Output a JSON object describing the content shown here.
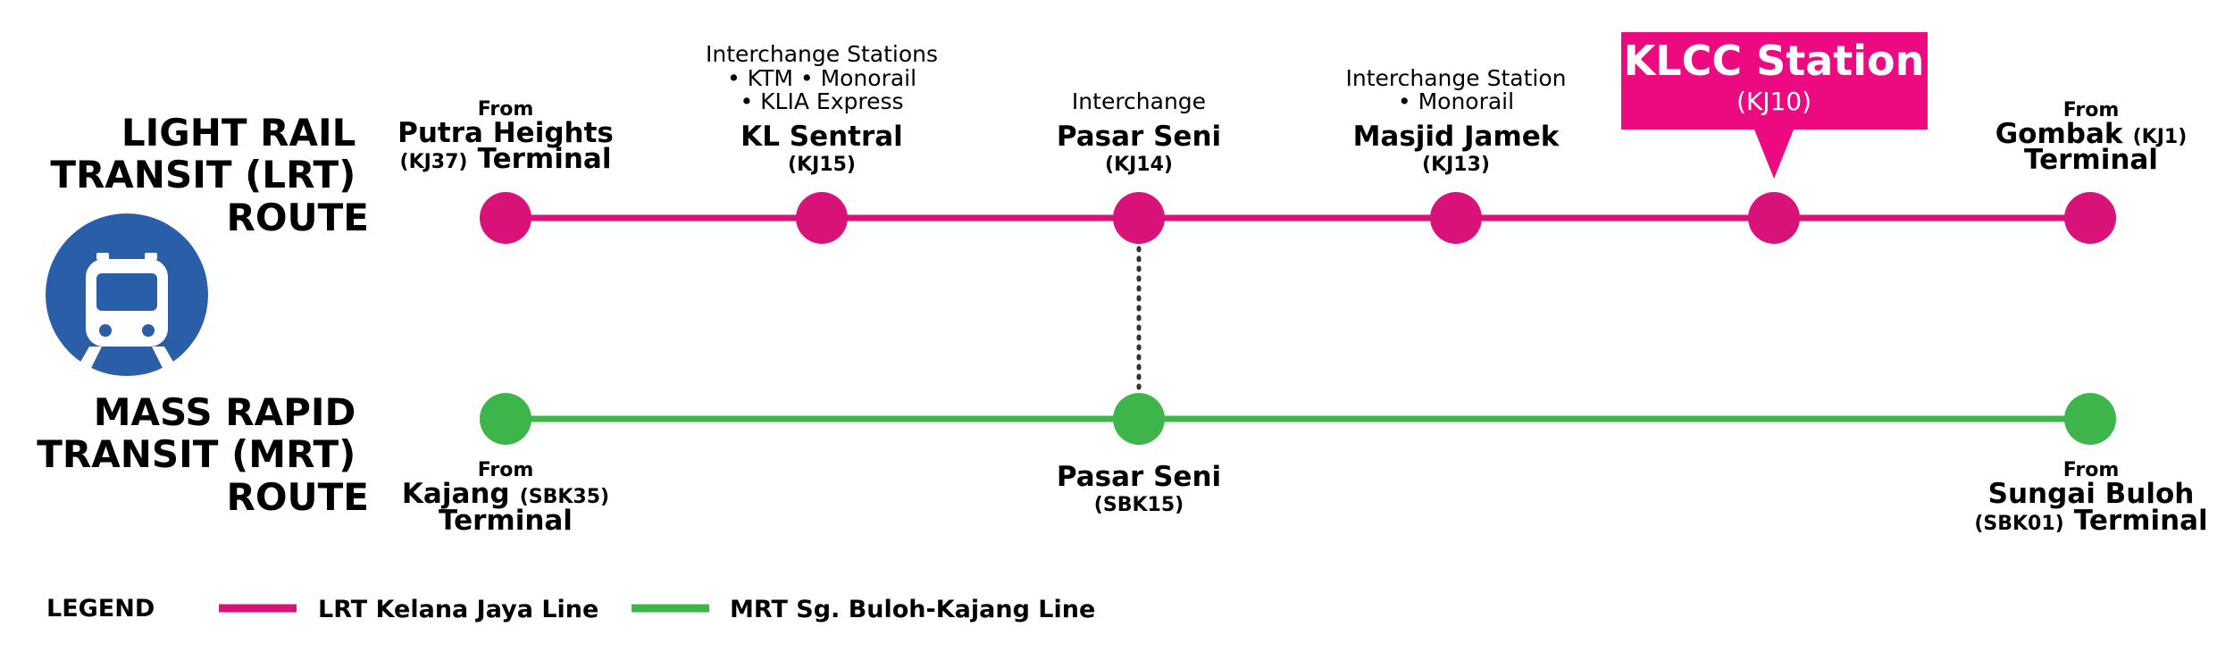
{
  "routes": {
    "lrt": {
      "title_lines": [
        "LIGHT RAIL",
        "TRANSIT (LRT)",
        "ROUTE"
      ],
      "color": "#d9127a",
      "stations": [
        {
          "from": "From",
          "name_lines": [
            "Putra Heights",
            "Terminal"
          ],
          "code": "(KJ37)"
        },
        {
          "notes": [
            "Interchange Stations",
            "• KTM • Monorail",
            "• KLIA Express"
          ],
          "name": "KL Sentral",
          "code": "(KJ15)"
        },
        {
          "notes": [
            "Interchange"
          ],
          "name": "Pasar Seni",
          "code": "(KJ14)"
        },
        {
          "notes": [
            "Interchange Station",
            "• Monorail"
          ],
          "name": "Masjid Jamek",
          "code": "(KJ13)"
        },
        {
          "name": "",
          "code": ""
        },
        {
          "from": "From",
          "name_lines": [
            "Gombak",
            "Terminal"
          ],
          "code": "(KJ1)"
        }
      ]
    },
    "mrt": {
      "title_lines": [
        "MASS RAPID",
        "TRANSIT (MRT)",
        "ROUTE"
      ],
      "color": "#3db54a",
      "stations": [
        {
          "from": "From",
          "name_lines": [
            "Kajang",
            "Terminal"
          ],
          "code": "(SBK35)"
        },
        {
          "name": "Pasar Seni",
          "code": "(SBK15)"
        },
        {
          "from": "From",
          "name_lines": [
            "Sungai Buloh",
            "Terminal"
          ],
          "code": "(SBK01)"
        }
      ]
    }
  },
  "callout": {
    "title": "KLCC Station",
    "code": "(KJ10)",
    "color": "#ed0a80"
  },
  "icon": {
    "name": "train-icon",
    "color": "#2a5ea8"
  },
  "legend": {
    "title": "LEGEND",
    "items": [
      {
        "label": "LRT Kelana Jaya Line",
        "color": "#d9127a"
      },
      {
        "label": "MRT Sg. Buloh-Kajang Line",
        "color": "#3db54a"
      }
    ]
  }
}
